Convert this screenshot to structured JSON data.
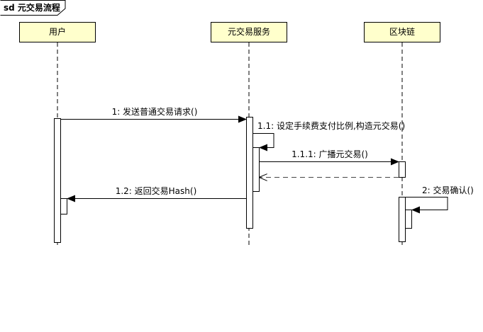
{
  "frame": {
    "label": "sd 元交易流程"
  },
  "participants": [
    {
      "id": "user",
      "label": "用户"
    },
    {
      "id": "service",
      "label": "元交易服务"
    },
    {
      "id": "chain",
      "label": "区块链"
    }
  ],
  "messages": [
    {
      "id": "m1",
      "label": "1: 发送普通交易请求()",
      "from": "user",
      "to": "service",
      "kind": "sync"
    },
    {
      "id": "m11",
      "label": "1.1: 设定手续费支付比例,构造元交易()",
      "from": "service",
      "to": "service",
      "kind": "self"
    },
    {
      "id": "m111",
      "label": "1.1.1: 广播元交易()",
      "from": "service",
      "to": "chain",
      "kind": "sync"
    },
    {
      "id": "m111r",
      "label": "",
      "from": "chain",
      "to": "service",
      "kind": "return"
    },
    {
      "id": "m12",
      "label": "1.2: 返回交易Hash()",
      "from": "service",
      "to": "user",
      "kind": "sync"
    },
    {
      "id": "m2",
      "label": "2: 交易确认()",
      "from": "chain",
      "to": "chain",
      "kind": "self"
    }
  ],
  "colors": {
    "participant_fill": "#ffffcc",
    "stroke": "#000000",
    "return_stroke": "#444444"
  }
}
